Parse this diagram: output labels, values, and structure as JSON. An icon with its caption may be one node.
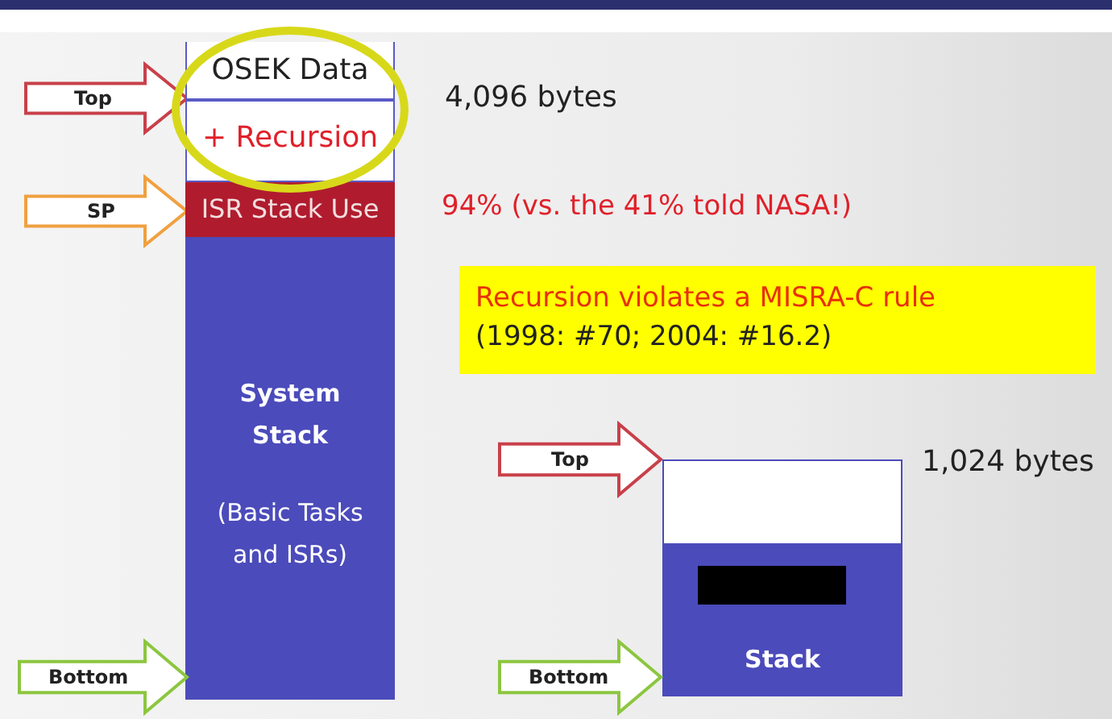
{
  "diagram": {
    "nodes": [
      {
        "text": [
          "Top"
        ]
      },
      {
        "text": [
          "OSEK Data"
        ]
      },
      {
        "text": [
          "SP"
        ]
      },
      {
        "text": [
          "+ Recursion"
        ]
      },
      {
        "text": [
          "ISR Stack Use"
        ]
      },
      {
        "text": [
          "System Stack",
          "(Basic Tasks and ISRs)"
        ]
      },
      {
        "text": [
          "Bottom"
        ]
      },
      {
        "text": [
          "Recursion violates a MISRA-C rule",
          "(1998: #70; 2004: #16.2)"
        ]
      },
      {
        "text": [
          "Top"
        ]
      },
      {
        "text": [],
        "shape": "box"
      },
      {
        "text": [
          "Stack"
        ]
      },
      {
        "text": [
          "Bottom"
        ]
      }
    ],
    "labels": [
      "4,096 bytes",
      "94% (vs. the 41% told NASA!)",
      "1,024 bytes"
    ]
  }
}
